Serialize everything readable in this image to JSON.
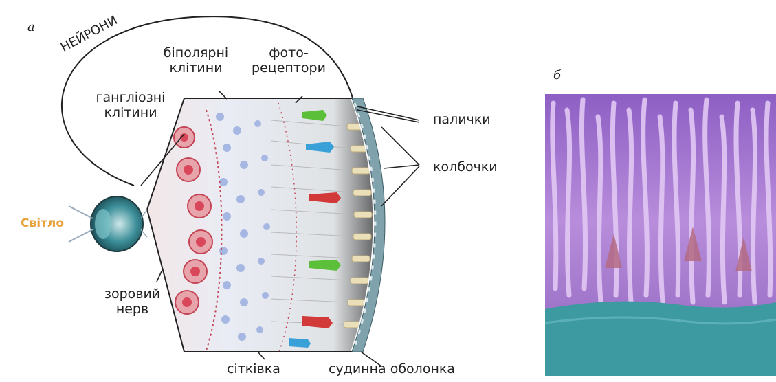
{
  "panel_a_label": "а",
  "panel_b_label": "б",
  "labels": {
    "neurons": "НЕЙРОНИ",
    "bipolar_cells": [
      "біполярні",
      "клітини"
    ],
    "photoreceptors": [
      "фото-",
      "рецептори"
    ],
    "ganglion_cells": [
      "гангліозні",
      "клітини"
    ],
    "rods": "палички",
    "cones": "колбочки",
    "light": "Світло",
    "optic_nerve": [
      "зоровий",
      "нерв"
    ],
    "retina": "сітківка",
    "choroid": "судинна оболонка"
  },
  "colors": {
    "ganglion": "#d9485a",
    "bipolar": "#9aaee0",
    "rod": "#eadfb8",
    "cone_green": "#5cbf3a",
    "cone_blue": "#3aa0d8",
    "cone_red": "#d23a3a",
    "choroid": "#7fa2ad",
    "rods_photo": "#b58ad6",
    "rpe_photo": "#3d9aa1",
    "light_label": "#e8a23c"
  }
}
